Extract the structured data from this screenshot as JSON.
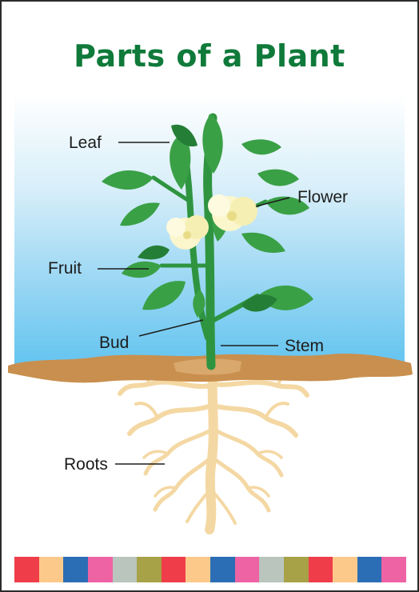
{
  "title": "Parts of a Plant",
  "labels": {
    "leaf": "Leaf",
    "flower": "Flower",
    "fruit": "Fruit",
    "bud": "Bud",
    "stem": "Stem",
    "roots": "Roots"
  },
  "colors": {
    "title": "#0f7a3a",
    "sky_top": "#ffffff",
    "sky_bottom": "#63c4ef",
    "soil": "#c98f4e",
    "leaf_light": "#3aa046",
    "leaf_dark": "#257e36",
    "flower": "#fbf6cc",
    "roots": "#f4d8a3"
  },
  "color_strip": [
    "#ef3e4a",
    "#fdc98a",
    "#2b6eb5",
    "#ee63a4",
    "#b9c5bd",
    "#a7a148",
    "#ef3e4a",
    "#fdc98a",
    "#2b6eb5",
    "#ee63a4",
    "#b9c5bd",
    "#a7a148",
    "#ef3e4a",
    "#fdc98a",
    "#2b6eb5",
    "#ee63a4"
  ]
}
